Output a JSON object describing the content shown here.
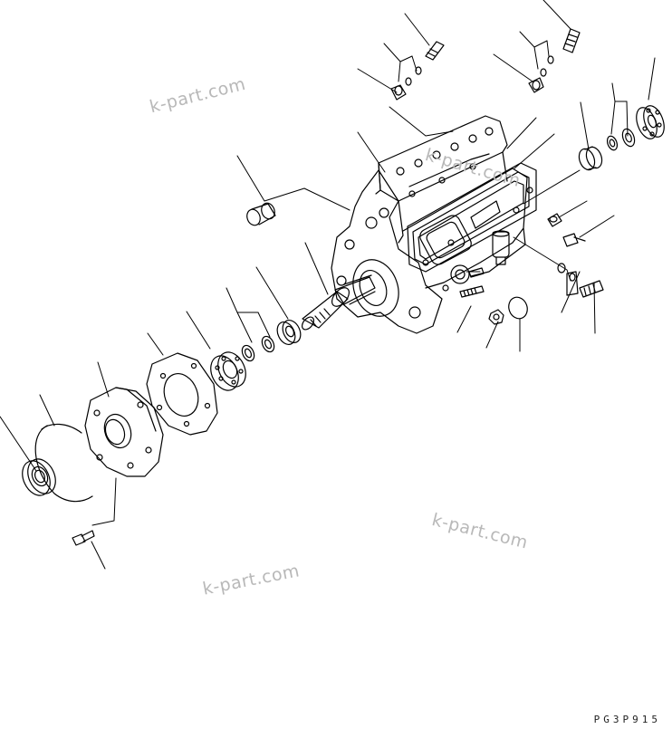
{
  "watermarks": [
    "k-part.com",
    "k-part.com",
    "k-part.com",
    "k-part.com"
  ],
  "drawing_code": "PG3P915",
  "colors": {
    "line": "#000000",
    "watermark": "#b8b8b8",
    "background": "#ffffff"
  }
}
